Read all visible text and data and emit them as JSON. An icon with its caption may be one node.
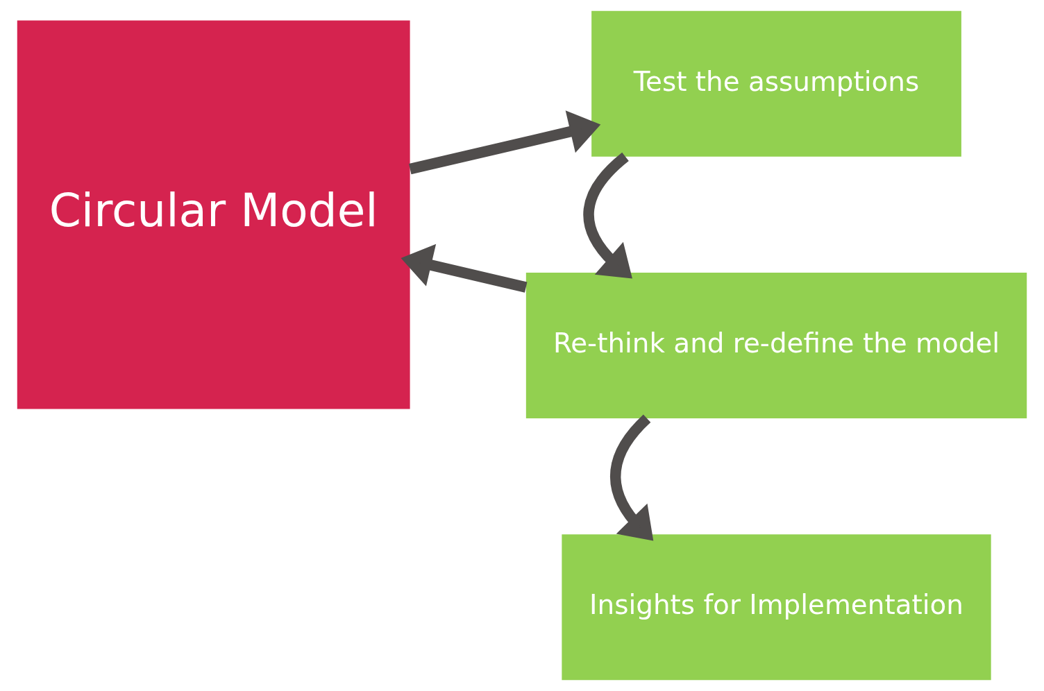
{
  "diagram": {
    "nodes": [
      {
        "text": [
          "Circular Model"
        ]
      },
      {
        "text": [
          "Test the assumptions"
        ]
      },
      {
        "text": [
          "Re-think and re-define the model"
        ]
      },
      {
        "text": [
          "Insights for Implementation"
        ]
      }
    ],
    "edges": [
      {
        "from": 0,
        "to": 1,
        "arrow": "to"
      },
      {
        "from": 1,
        "to": 2,
        "arrow": "to"
      },
      {
        "from": 2,
        "to": 0,
        "arrow": "to"
      },
      {
        "from": 2,
        "to": 3,
        "arrow": "to"
      }
    ]
  }
}
